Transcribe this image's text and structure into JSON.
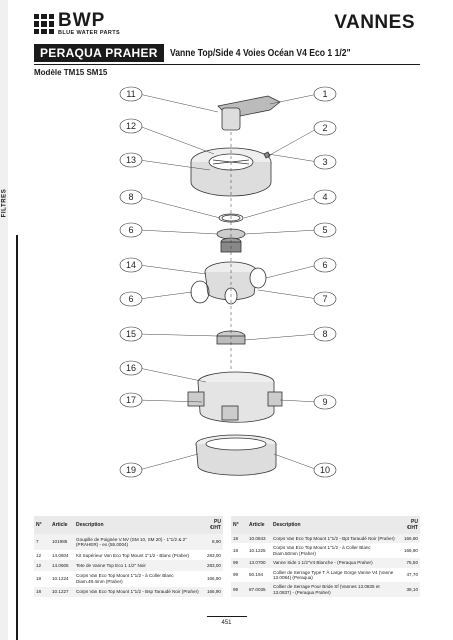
{
  "logo": {
    "word": "BWP",
    "sub": "BLUE WATER PARTS"
  },
  "page_title": "VANNES",
  "brand_tag": "PERAQUA PRAHER",
  "product_title": "Vanne Top/Side 4 Voies Océan V4 Eco 1 1/2\"",
  "model": "Modèle TM15 SM15",
  "side_label": "FILTRES",
  "callouts": {
    "left": [
      "11",
      "12",
      "13",
      "8",
      "6",
      "14",
      "6",
      "15",
      "16",
      "17",
      "19"
    ],
    "right": [
      "1",
      "2",
      "3",
      "4",
      "5",
      "6",
      "7",
      "8",
      "9",
      "10"
    ]
  },
  "table_headers": {
    "num": "N°",
    "article": "Article",
    "description": "Description",
    "price": "PU €/HT"
  },
  "table_left": [
    {
      "num": "7",
      "article": "101985",
      "description": "Goupille de Poignée V.NV (SM 10, SM 20) - 1\"1/2 & 2\" (PRAHER) - ex (55.0004)",
      "price": "8,90"
    },
    {
      "num": "12",
      "article": "14.0604",
      "description": "Kit Supérieur Van Eco Top Mount 1\"1/2 - Blanc (Praher)",
      "price": "283,00"
    },
    {
      "num": "12",
      "article": "14.0605",
      "description": "Tete de Vanne Top Eco 1 1/2\" Noir",
      "price": "283,00"
    },
    {
      "num": "18",
      "article": "10.1224",
      "description": "Corps Van Eco Top Mount 1\"1/2 - à Coller Blanc Diam.48.4mm (Praher)",
      "price": "166,90"
    },
    {
      "num": "18",
      "article": "10.1227",
      "description": "Corps Van Eco Top Mount 1\"1/2 - Bsp Taraudé Noir (Praher)",
      "price": "166,90"
    }
  ],
  "table_right": [
    {
      "num": "18",
      "article": "10.0843",
      "description": "Corps Van Eco Top Mount 1\"1/2 - Bpt Taraudé Noir (Praher)",
      "price": "166,90"
    },
    {
      "num": "18",
      "article": "10.1225",
      "description": "Corps Van Eco Top Mount 1\"1/2 - à Coller Blanc Diam.50mm (Praher)",
      "price": "166,90"
    },
    {
      "num": "99",
      "article": "13.0700",
      "description": "Vanne Side 1 1/2\"V4 Blanche - (Peraqua Praher)",
      "price": "75,50"
    },
    {
      "num": "99",
      "article": "50.194",
      "description": "Collier de Serrage Type T À Large Gorge Vanne V4 (Vanne 13.0084) (Peraqua)",
      "price": "47,70"
    },
    {
      "num": "99",
      "article": "87.0035",
      "description": "Collier de Serrage Pour Bride Sf (Vannes 13.0835 et 13.0837) - (Peraqua Praher)",
      "price": "38,10"
    }
  ],
  "page_number": "451"
}
